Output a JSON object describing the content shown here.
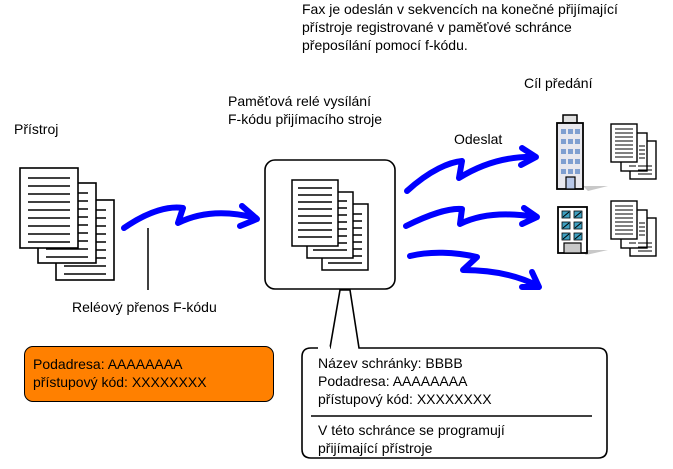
{
  "description": {
    "lines": [
      "Fax je odeslán v sekvencích na konečné přijímající",
      "přístroje registrované v paměťové schránce",
      "přeposílání pomocí f-kódu."
    ]
  },
  "labels": {
    "source_device": "Přístroj",
    "relay_box_line1": "Paměťová relé vysílání",
    "relay_box_line2": "F-kódu přijímacího stroje",
    "destination": "Cíl předání",
    "send": "Odeslat",
    "relay_transfer": "Reléový přenos F-kódu"
  },
  "source_box": {
    "subaddress": "Podadresa: AAAAAAAA",
    "passcode": "přístupový kód: XXXXXXXX"
  },
  "mailbox_callout": {
    "box_name": "Název schránky: BBBB",
    "subaddress": "Podadresa: AAAAAAAA",
    "passcode": "přístupový kód: XXXXXXXX",
    "note_line1": "V této schránce se programují",
    "note_line2": "přijímající přístroje"
  },
  "colors": {
    "arrow": "#0000ff",
    "source_box_fill": "#ff8000",
    "building_window_blue": "#7f9fd0",
    "building_window_teal": "#3fa0c0"
  },
  "icons": {
    "documents": "document-stack-icon",
    "building_1": "office-building-icon",
    "building_2": "office-building-icon",
    "memory_box": "mailbox-icon"
  }
}
